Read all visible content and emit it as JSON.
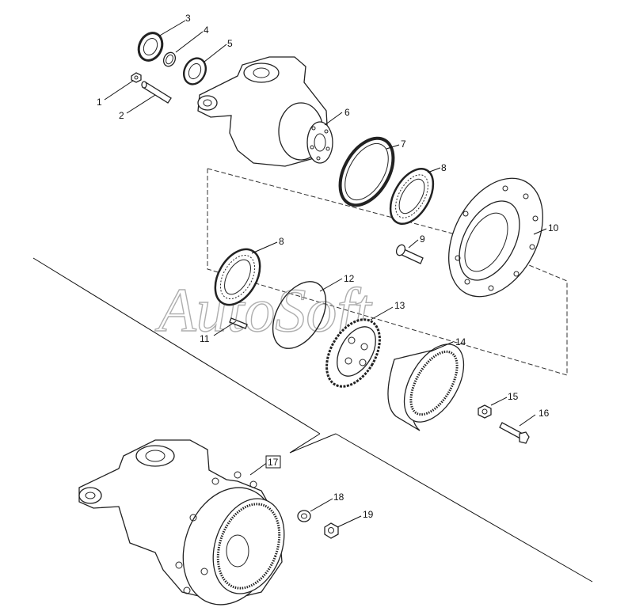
{
  "watermark": "AutoSoft",
  "callouts": {
    "c1": "1",
    "c2": "2",
    "c3": "3",
    "c4": "4",
    "c5": "5",
    "c6": "6",
    "c7": "7",
    "c8a": "8",
    "c8b": "8",
    "c9": "9",
    "c10": "10",
    "c11": "11",
    "c12": "12",
    "c13": "13",
    "c14": "14",
    "c15": "15",
    "c16": "16",
    "c17": "17",
    "c18": "18",
    "c19": "19"
  }
}
